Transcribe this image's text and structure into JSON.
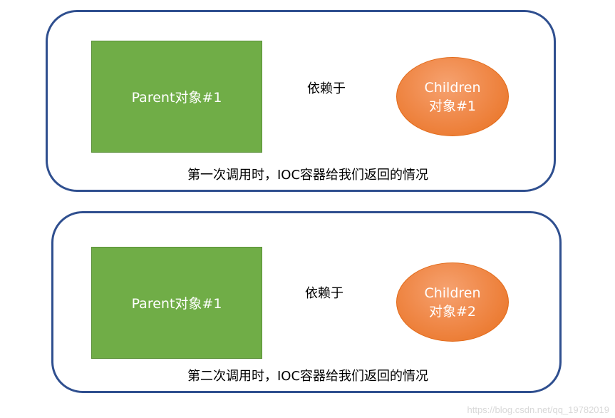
{
  "colors": {
    "panel_border": "#2f4f8f",
    "parent_fill": "#70ad47",
    "child_fill": "#ed7d31",
    "arrow": "#4472c4"
  },
  "scenarios": [
    {
      "parent_label": "Parent对象#1",
      "edge_label": "依赖于",
      "child_line1": "Children",
      "child_line2": "对象#1",
      "caption": "第一次调用时，IOC容器给我们返回的情况"
    },
    {
      "parent_label": "Parent对象#1",
      "edge_label": "依赖于",
      "child_line1": "Children",
      "child_line2": "对象#2",
      "caption": "第二次调用时，IOC容器给我们返回的情况"
    }
  ],
  "watermark": "https://blog.csdn.net/qq_19782019"
}
